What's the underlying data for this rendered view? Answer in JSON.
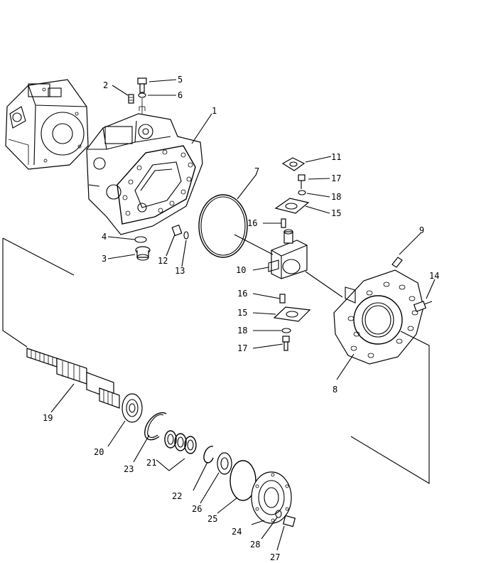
{
  "labels": {
    "p1": "1",
    "p2": "2",
    "p3": "3",
    "p4": "4",
    "p5": "5",
    "p6": "6",
    "p7": "7",
    "p8": "8",
    "p9": "9",
    "p10": "10",
    "p11": "11",
    "p12": "12",
    "p13": "13",
    "p14": "14",
    "p15a": "15",
    "p15b": "15",
    "p16a": "16",
    "p16b": "16",
    "p17a": "17",
    "p17b": "17",
    "p18a": "18",
    "p18b": "18",
    "p19": "19",
    "p20": "20",
    "p21": "21",
    "p22": "22",
    "p23": "23",
    "p24": "24",
    "p25": "25",
    "p26": "26",
    "p27": "27",
    "p28": "28"
  }
}
